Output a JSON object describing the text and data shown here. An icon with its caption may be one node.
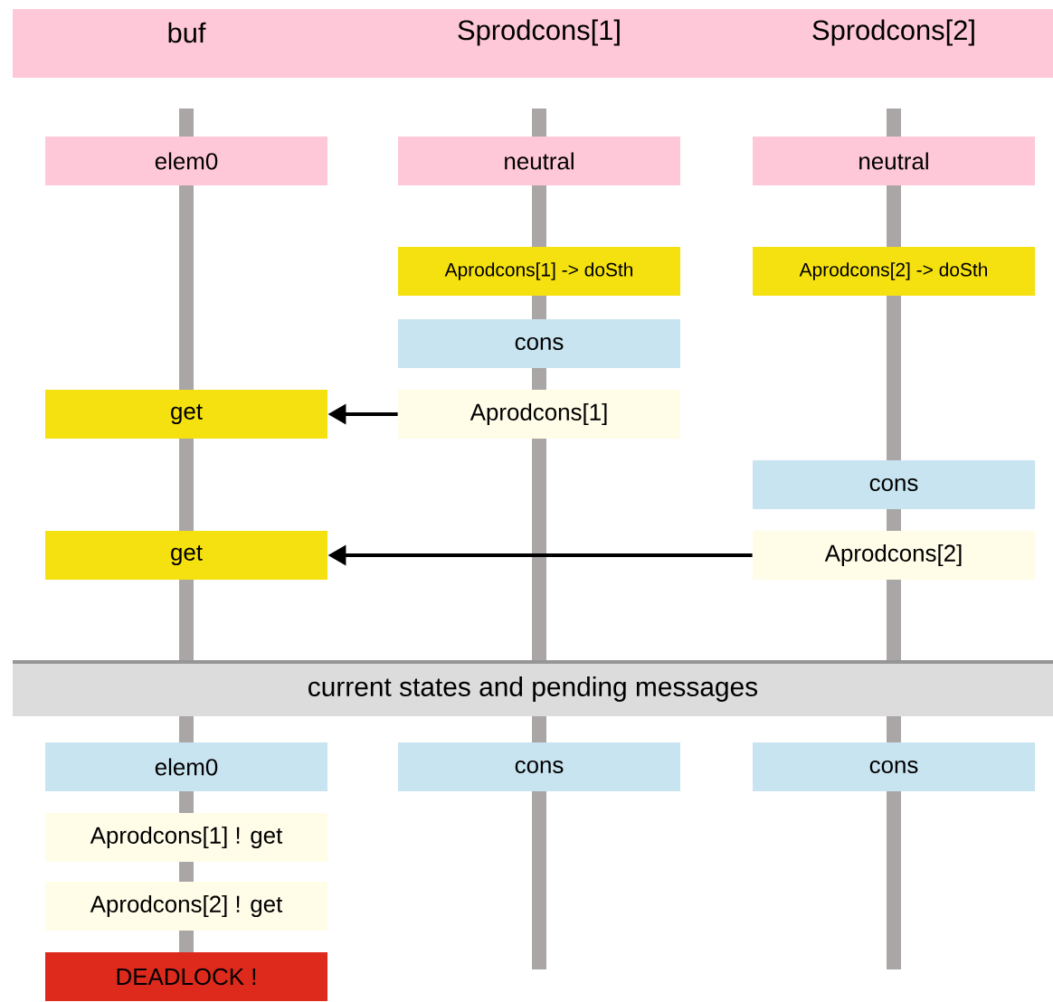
{
  "diagram": {
    "nodes": [
      {
        "text": [
          "buf",
          "Sprodcons[1]",
          "Sprodcons[2]"
        ]
      },
      {
        "text": [
          "elem0"
        ]
      },
      {
        "text": [
          "neutral"
        ]
      },
      {
        "text": [
          "neutral"
        ]
      },
      {
        "text": [
          "Aprodcons[1] -> doSth"
        ]
      },
      {
        "text": [
          "Aprodcons[2] -> doSth"
        ]
      },
      {
        "text": [
          "cons"
        ]
      },
      {
        "text": [
          "get"
        ]
      },
      {
        "text": [
          "Aprodcons[1]"
        ]
      },
      {
        "text": [
          "cons"
        ]
      },
      {
        "text": [
          "get"
        ]
      },
      {
        "text": [
          "Aprodcons[2]"
        ]
      },
      {
        "text": [
          "current states and pending messages"
        ]
      },
      {
        "text": [
          "elem0"
        ]
      },
      {
        "text": [
          "cons"
        ]
      },
      {
        "text": [
          "cons"
        ]
      },
      {
        "text": [
          "Aprodcons[1] ! get"
        ]
      },
      {
        "text": [
          "Aprodcons[2] ! get"
        ]
      },
      {
        "text": [
          "DEADLOCK !"
        ]
      }
    ],
    "edges": [
      {
        "from": 8,
        "to": 7,
        "arrow": "to"
      },
      {
        "from": 11,
        "to": 10,
        "arrow": "to"
      }
    ]
  }
}
